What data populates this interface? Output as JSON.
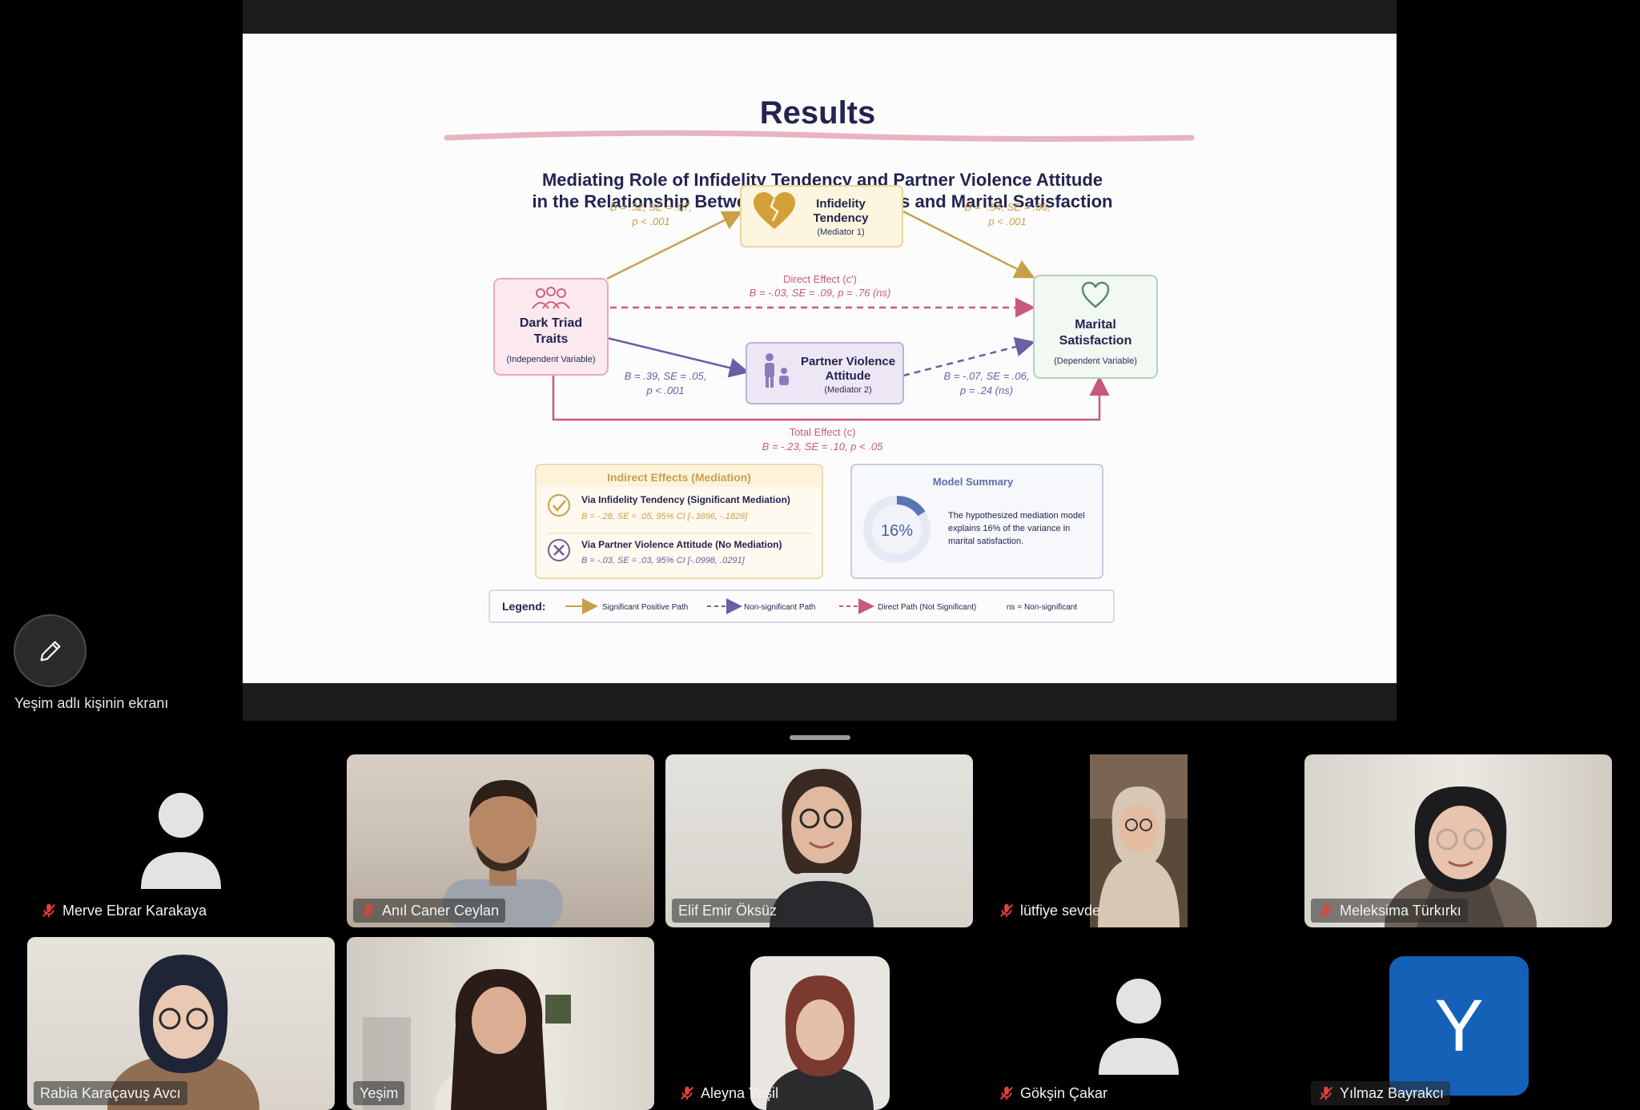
{
  "slide": {
    "title": "Results",
    "subtitle_line1": "Mediating Role of Infidelity Tendency and Partner Violence Attitude",
    "subtitle_line2": "in the Relationship Between Dark Triad Traits and Marital Satisfaction",
    "nodes": {
      "dark_triad": {
        "title1": "Dark Triad",
        "title2": "Traits",
        "role": "(Independent Variable)"
      },
      "infidelity": {
        "title1": "Infidelity",
        "title2": "Tendency",
        "role": "(Mediator 1)"
      },
      "violence": {
        "title1": "Partner Violence",
        "title2": "Attitude",
        "role": "(Mediator 2)"
      },
      "marital": {
        "title1": "Marital",
        "title2": "Satisfaction",
        "role": "(Dependent Variable)"
      }
    },
    "paths": {
      "a1": {
        "line1": "B = .52, SE = .07,",
        "line2": "p < .001"
      },
      "b1": {
        "line1": "B = -.54, SE = .06,",
        "line2": "p < .001"
      },
      "direct": {
        "label": "Direct Effect (c')",
        "stats": "B = -.03, SE = .09, p = .76 (ns)"
      },
      "a2": {
        "line1": "B = .39, SE = .05,",
        "line2": "p < .001"
      },
      "b2": {
        "line1": "B = -.07, SE = .06,",
        "line2": "p = .24 (ns)"
      },
      "total": {
        "label": "Total Effect (c)",
        "stats": "B = -.23, SE = .10, p < .05"
      }
    },
    "indirect": {
      "heading": "Indirect Effects (Mediation)",
      "item1_title": "Via Infidelity Tendency (Significant Mediation)",
      "item1_stats": "B = -.28, SE = .05, 95% CI [-.3896, -.1828]",
      "item2_title": "Via Partner Violence Attitude (No Mediation)",
      "item2_stats": "B = -.03, SE = .03, 95% CI [-.0998, .0291]"
    },
    "model_summary": {
      "heading": "Model Summary",
      "percent_label": "16%",
      "variance_explained": 0.16,
      "line1": "The hypothesized mediation model",
      "line2": "explains 16% of the variance in",
      "line3": "marital satisfaction."
    },
    "legend": {
      "label": "Legend:",
      "item1": "Significant Positive Path",
      "item2": "Non-significant Path",
      "item3": "Direct Path (Not Significant)",
      "item4": "ns = Non-significant"
    },
    "colors": {
      "gold": "#c9a04a",
      "purple": "#6a5fa3",
      "pink": "#c9587e",
      "navy": "#2b2d5c",
      "green": "#5c8a6a"
    }
  },
  "share": {
    "caption": "Yeşim adlı kişinin ekranı",
    "pencil_icon": "pencil-icon"
  },
  "participants": [
    {
      "name": "Merve Ebrar Karakaya",
      "muted": true,
      "video": false
    },
    {
      "name": "Anıl Caner Ceylan",
      "muted": true,
      "video": true
    },
    {
      "name": "Elif Emir Öksüz",
      "muted": false,
      "video": true
    },
    {
      "name": "lütfiye sevde",
      "muted": true,
      "video": true
    },
    {
      "name": "Meleksima Türkırkı",
      "muted": true,
      "video": true
    },
    {
      "name": "Rabia Karaçavuş Avcı",
      "muted": false,
      "video": true
    },
    {
      "name": "Yeşim",
      "muted": false,
      "video": true
    },
    {
      "name": "Aleyna Yeşil",
      "muted": true,
      "video": true
    },
    {
      "name": "Gökşin Çakar",
      "muted": true,
      "video": false
    },
    {
      "name": "Yılmaz Bayrakcı",
      "muted": true,
      "video": false,
      "avatar_letter": "Y"
    }
  ]
}
